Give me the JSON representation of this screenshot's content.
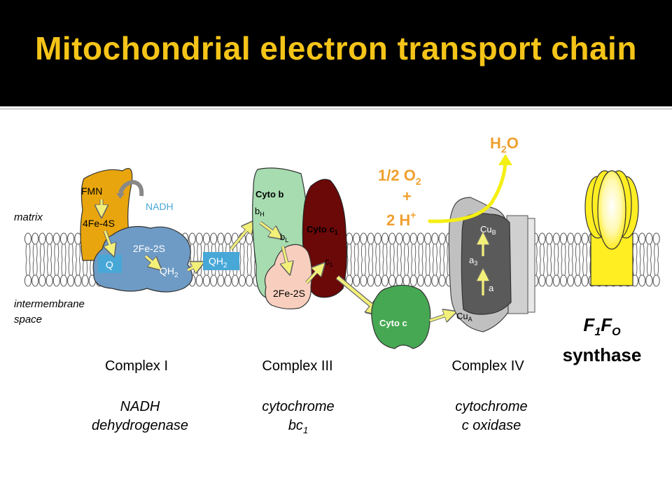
{
  "title": "Mitochondrial electron transport chain",
  "regions": {
    "matrix": "matrix",
    "intermembrane_line1": "intermembrane",
    "intermembrane_line2": "space"
  },
  "complex1": {
    "fmn": "FMN",
    "fe4s": "4Fe-4S",
    "fe2s": "2Fe-2S",
    "q": "Q",
    "qh2": "QH",
    "qh2_sub": "2",
    "nadh": "NADH",
    "caption": "Complex I",
    "desc_line1": "NADH",
    "desc_line2": "dehydrogenase"
  },
  "mobile_qh2": {
    "label": "QH",
    "sub": "2"
  },
  "complex3": {
    "cytob": "Cyto b",
    "bh": "b",
    "bh_sub": "H",
    "bl": "b",
    "bl_sub": "L",
    "cytoc1": "Cyto c",
    "cytoc1_sub": "1",
    "c1": "c",
    "c1_sub": "1",
    "fe2s": "2Fe-2S",
    "caption": "Complex III",
    "desc_line1": "cytochrome",
    "desc_line2": "bc",
    "desc_line2_sub": "1"
  },
  "cytoc": {
    "label": "Cyto c"
  },
  "complex4": {
    "cub": "Cu",
    "cub_sub": "B",
    "a3": "a",
    "a3_sub": "3",
    "a": "a",
    "cua": "Cu",
    "cua_sub": "A",
    "caption": "Complex IV",
    "desc_line1": "cytochrome",
    "desc_line2": "c oxidase"
  },
  "reaction": {
    "o2": "1/2 O",
    "o2_sub": "2",
    "plus": "+",
    "h": "2 H",
    "h_sup": "+",
    "water": "H",
    "water_sub": "2",
    "water_o": "O"
  },
  "synthase": {
    "line1": "F",
    "line1_sub1": "1",
    "line1_mid": "F",
    "line1_sub2": "O",
    "line2": "synthase"
  },
  "colors": {
    "title": "#f5c418",
    "complex1_top": "#e8a50e",
    "complex1_bottom": "#6e9bc5",
    "q_box": "#47a8d8",
    "cytob": "#a6dcb0",
    "fe2s_iii": "#f8cfbe",
    "cytoc1": "#6b0808",
    "cytoc": "#46a853",
    "complex4_outer": "#c0c0c0",
    "complex4_inner": "#5a5a5a",
    "arrow": "#f3f07a",
    "reaction": "#f0a030",
    "synthase": "#ffee22",
    "nadh": "#4aa8d8"
  }
}
